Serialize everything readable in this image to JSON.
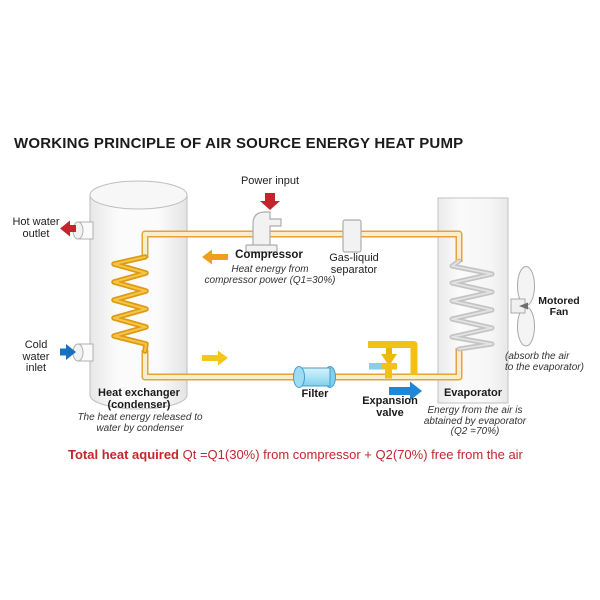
{
  "title": "WORKING PRINCIPLE OF AIR SOURCE ENERGY HEAT PUMP",
  "labels": {
    "power_input": "Power input",
    "hot_water": "Hot water\noutlet",
    "cold_water": "Cold water\ninlet",
    "compressor": "Compressor",
    "compressor_note": "Heat energy from\ncompressor power (Q1=30%)",
    "separator": "Gas-liquid\nseparator",
    "motored_fan": "Motored\nFan",
    "absorb_note": "(absorb the  air\nto the evaporator)",
    "filter": "Filter",
    "expansion_valve": "Expansion\nvalve",
    "evaporator": "Evaporator",
    "evaporator_note": "Energy from the air is\nabtained by evaporator\n(Q2 =70%)",
    "heat_exchanger": "Heat exchanger\n(condenser)",
    "heat_exchanger_note": "The heat energy released to\nwater by condenser"
  },
  "summary": {
    "bold": "Total heat aquired",
    "rest": " Qt =Q1(30%) from compressor + Q2(70%) free from the air"
  },
  "values": {
    "q1_compressor": "30%",
    "q2_air": "70%"
  },
  "icons": {
    "power_arrow": "arrow-down-red",
    "hot_water_arrow": "arrow-left-red",
    "cold_water_arrow": "arrow-right-blue",
    "compressor_flow_arrow": "arrow-left-orange",
    "bottom_flow_arrow": "arrow-right-yellow",
    "expansion_flow_arrow": "arrow-right-blue"
  },
  "colors": {
    "arrow_red": "#c4242b",
    "arrow_blue": "#1a70c0",
    "arrow_orange": "#ef9f1f",
    "arrow_yellow": "#f4c616",
    "pipe_edge": "#e6a23c",
    "pipe_fill": "#f9eecb",
    "coil_gold": "#dd9a12",
    "coil_gray": "#c3c3c3",
    "filter_blue": "#8fd7f0",
    "valve_gold": "#f3c115",
    "summary_red": "#c1272d"
  }
}
